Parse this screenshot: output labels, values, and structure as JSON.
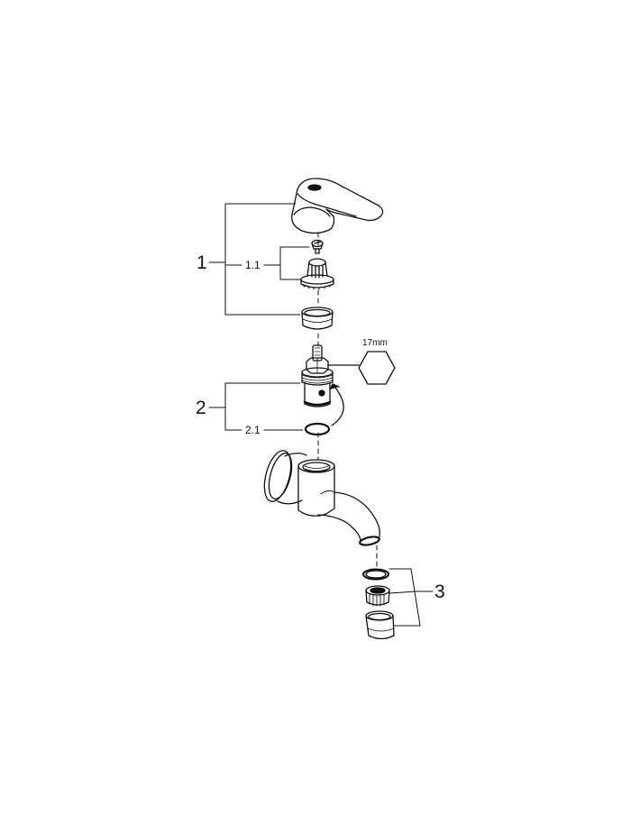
{
  "diagram": {
    "type": "exploded-parts-view",
    "subject": "wall-mounted bib tap",
    "line_color": "#111111",
    "background": "#ffffff"
  },
  "callouts": {
    "c1": {
      "label": "1",
      "part": "handle assembly"
    },
    "c1_1": {
      "label": "1.1",
      "part": "screw and spline adapter"
    },
    "c2": {
      "label": "2",
      "part": "headpart cartridge"
    },
    "c2_1": {
      "label": "2.1",
      "part": "o-ring seal"
    },
    "c3": {
      "label": "3",
      "part": "aerator set"
    }
  },
  "wrench_size": {
    "label": "17mm",
    "shape": "hexagon"
  }
}
